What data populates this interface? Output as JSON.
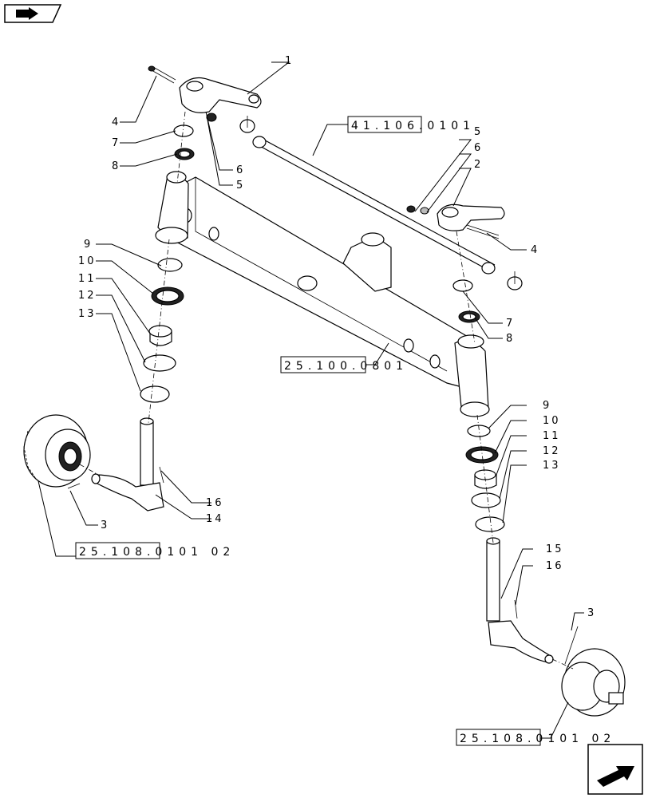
{
  "nav": {
    "top_icon": "book-arrow-icon",
    "bottom_icon": "next-page-arrow-icon"
  },
  "references": {
    "tie_rod": "41.106.0101",
    "axle_beam": "25.100.0801",
    "hub_left": "25.108.0101 02",
    "hub_right": "25.108.0101 02"
  },
  "callouts": {
    "c1": "1",
    "c2": "2",
    "c3a": "3",
    "c3b": "3",
    "c4a": "4",
    "c4b": "4",
    "c5a": "5",
    "c5b": "5",
    "c6a": "6",
    "c6b": "6",
    "c7a": "7",
    "c7b": "7",
    "c8a": "8",
    "c8b": "8",
    "c9a": "9",
    "c9b": "9",
    "c10a": "10",
    "c10b": "10",
    "c11a": "11",
    "c11b": "11",
    "c12a": "12",
    "c12b": "12",
    "c13a": "13",
    "c13b": "13",
    "c14": "14",
    "c15": "15",
    "c16a": "16",
    "c16b": "16"
  }
}
